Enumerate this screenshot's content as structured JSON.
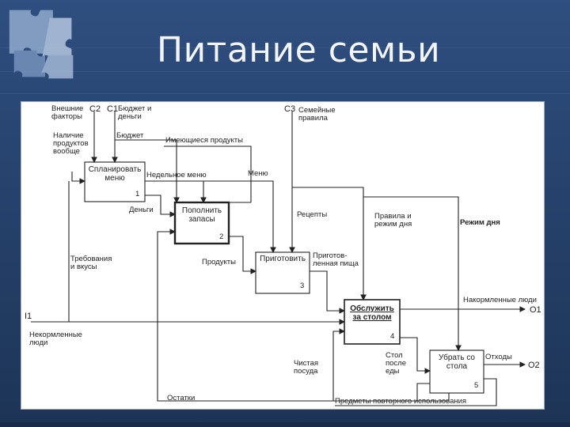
{
  "title": "Питание семьи",
  "diagram": {
    "boxes": [
      {
        "id": "b1",
        "label": "Спланировать\nменю",
        "number": "1"
      },
      {
        "id": "b2",
        "label": "Пополнить\nзапасы",
        "number": "2"
      },
      {
        "id": "b3",
        "label": "Приготовить",
        "number": "3"
      },
      {
        "id": "b4",
        "label": "Обслужить\nза столом",
        "number": "4"
      },
      {
        "id": "b5",
        "label": "Убрать со\nстола",
        "number": "5"
      }
    ],
    "tags": {
      "c2": "C2",
      "c1": "C1",
      "c3": "C3",
      "i1": "I1",
      "o1": "O1",
      "o2": "O2"
    },
    "labels": {
      "external_factors": "Внешние\nфакторы",
      "budget_money": "Бюджет и\nденьги",
      "family_rules": "Семейные\nправила",
      "budget": "Бюджет",
      "available_products": "Имеющиеся продукты",
      "products_availability": "Наличие\nпродуктов\nвообще",
      "weekly_menu": "Недельное меню",
      "menu": "Меню",
      "money": "Деньги",
      "recipes": "Рецепты",
      "rules_schedule": "Правила и\nрежим дня",
      "day_schedule": "Режим дня",
      "requirements_tastes": "Требования\nи вкусы",
      "products": "Продукты",
      "cooked_food": "Приготов-\nленная пища",
      "fed_people": "Накормленные люди",
      "unfed_people": "Некормленные\nлюди",
      "table_after_food": "Стол\nпосле\nеды",
      "clean_dishes": "Чистая\nпосуда",
      "waste": "Отходы",
      "leftovers": "Остатки",
      "reusable_items": "Предметы повторного использования"
    }
  }
}
